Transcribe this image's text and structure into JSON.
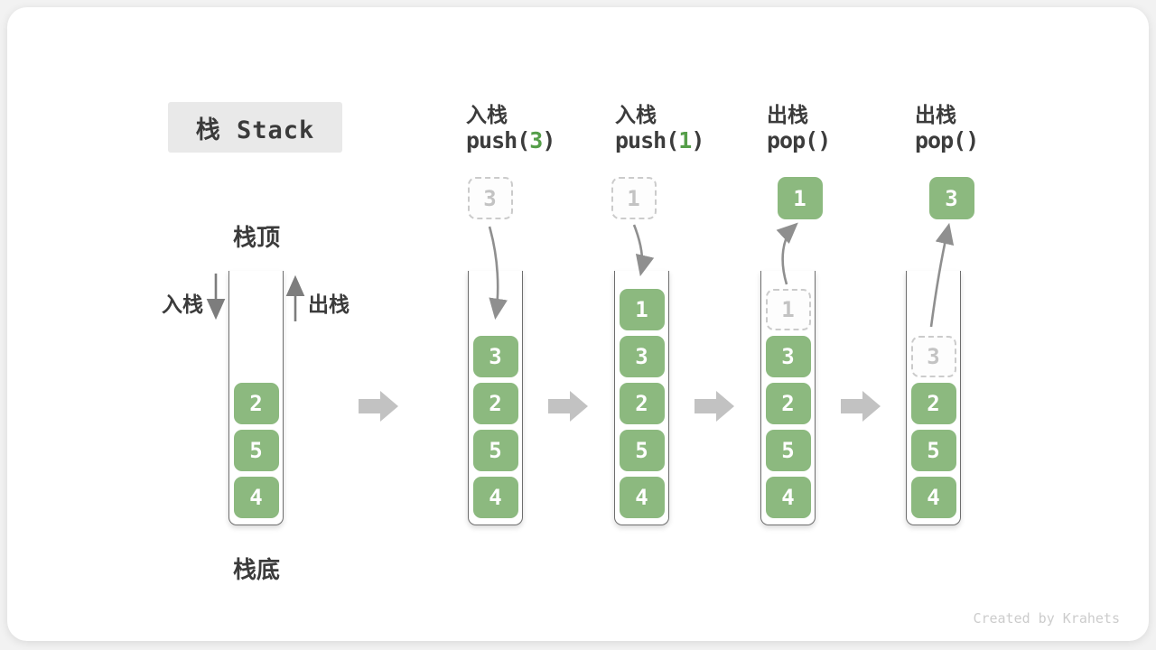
{
  "title": {
    "text": "栈 Stack"
  },
  "side_labels": {
    "stack_top": "栈顶",
    "stack_bottom": "栈底",
    "push_label": "入栈",
    "pop_label": "出栈"
  },
  "watermark": "Created by Krahets",
  "colors": {
    "box_green": "#8cb97f",
    "box_text": "#ffffff",
    "code_arg_green": "#559e49",
    "text_dark": "#3b3b3b",
    "dashed_border": "#cbcbcb",
    "dashed_text": "#c3c3c3",
    "curve_arrow_gray": "#8f8f8f",
    "straight_arrow_gray": "#7d7d7d",
    "block_arrow_gray": "#c2c2c2",
    "title_bg": "#e9e9e9",
    "wall_gray": "#6e6e6e"
  },
  "icons": {
    "between_steps": "arrow-right-icon",
    "push_direction": "arrow-down-icon",
    "pop_direction": "arrow-up-icon"
  },
  "columns": [
    {
      "name": "stack-initial",
      "header": null,
      "floating_box": null,
      "flow_arrow": null,
      "cells": [
        {
          "row": 2,
          "value": "2",
          "style": "solid"
        },
        {
          "row": 3,
          "value": "5",
          "style": "solid"
        },
        {
          "row": 4,
          "value": "4",
          "style": "solid"
        }
      ]
    },
    {
      "name": "stack-after-push-3",
      "header": {
        "op": "入栈",
        "code_pre": "push(",
        "code_arg": "3",
        "code_post": ")"
      },
      "floating_box": {
        "value": "3",
        "style": "dashed"
      },
      "flow_arrow": "into-stack-long",
      "cells": [
        {
          "row": 1,
          "value": "3",
          "style": "solid"
        },
        {
          "row": 2,
          "value": "2",
          "style": "solid"
        },
        {
          "row": 3,
          "value": "5",
          "style": "solid"
        },
        {
          "row": 4,
          "value": "4",
          "style": "solid"
        }
      ]
    },
    {
      "name": "stack-after-push-1",
      "header": {
        "op": "入栈",
        "code_pre": "push(",
        "code_arg": "1",
        "code_post": ")"
      },
      "floating_box": {
        "value": "1",
        "style": "dashed"
      },
      "flow_arrow": "into-stack-short",
      "cells": [
        {
          "row": 0,
          "value": "1",
          "style": "solid"
        },
        {
          "row": 1,
          "value": "3",
          "style": "solid"
        },
        {
          "row": 2,
          "value": "2",
          "style": "solid"
        },
        {
          "row": 3,
          "value": "5",
          "style": "solid"
        },
        {
          "row": 4,
          "value": "4",
          "style": "solid"
        }
      ]
    },
    {
      "name": "stack-after-pop-1",
      "header": {
        "op": "出栈",
        "code_pre": "pop()",
        "code_arg": "",
        "code_post": ""
      },
      "floating_box": {
        "value": "1",
        "style": "solid"
      },
      "flow_arrow": "out-of-stack-short",
      "cells": [
        {
          "row": 0,
          "value": "1",
          "style": "dashed"
        },
        {
          "row": 1,
          "value": "3",
          "style": "solid"
        },
        {
          "row": 2,
          "value": "2",
          "style": "solid"
        },
        {
          "row": 3,
          "value": "5",
          "style": "solid"
        },
        {
          "row": 4,
          "value": "4",
          "style": "solid"
        }
      ]
    },
    {
      "name": "stack-after-pop-3",
      "header": {
        "op": "出栈",
        "code_pre": "pop()",
        "code_arg": "",
        "code_post": ""
      },
      "floating_box": {
        "value": "3",
        "style": "solid"
      },
      "flow_arrow": "out-of-stack-long",
      "cells": [
        {
          "row": 1,
          "value": "3",
          "style": "dashed"
        },
        {
          "row": 2,
          "value": "2",
          "style": "solid"
        },
        {
          "row": 3,
          "value": "5",
          "style": "solid"
        },
        {
          "row": 4,
          "value": "4",
          "style": "solid"
        }
      ]
    }
  ]
}
